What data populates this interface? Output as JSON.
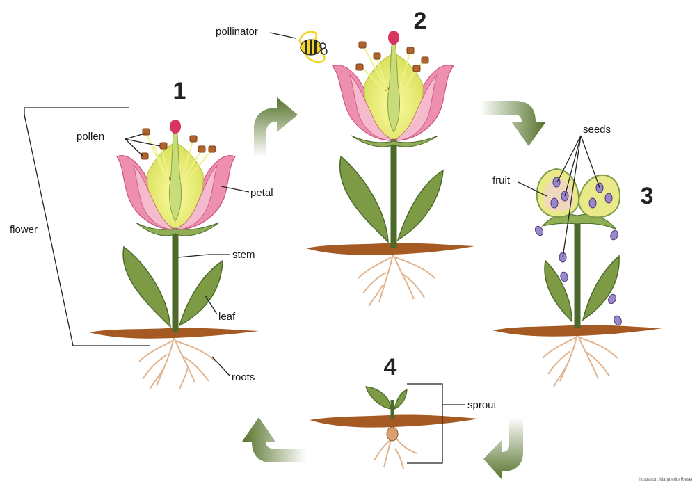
{
  "stage_numbers": [
    "1",
    "2",
    "3",
    "4"
  ],
  "labels": {
    "pollen": "pollen",
    "petal": "petal",
    "stem": "stem",
    "leaf": "leaf",
    "roots": "roots",
    "flower": "flower",
    "pollinator": "pollinator",
    "fruit": "fruit",
    "seeds": "seeds",
    "sprout": "sprout"
  },
  "credit": "Illustration: Marguerite Rieser",
  "colors": {
    "petal_pink": "#ef8fb0",
    "petal_light": "#f7c2d3",
    "center_yellow": "#f1f27a",
    "stem_green": "#4c6a2a",
    "leaf_green": "#7d9a45",
    "soil_brown": "#a55a23",
    "root_tan": "#e0b48c",
    "arrow_green": "#6f8b3c",
    "anther_brown": "#b0642b",
    "stigma_red": "#d8345f",
    "seed_purple": "#9a87c8"
  },
  "icons": [
    "bee-icon",
    "cycle-arrow-icon"
  ]
}
